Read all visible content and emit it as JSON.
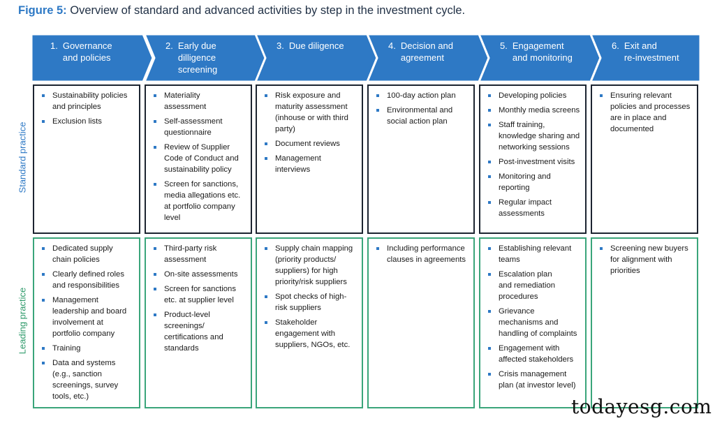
{
  "title": {
    "lead": "Figure 5:",
    "rest": " Overview of standard and advanced activities by step in the investment cycle."
  },
  "colors": {
    "step_fill": "#2e79c5",
    "standard_border": "#1c2430",
    "leading_border": "#3aa57a",
    "bullet": "#2e79c5"
  },
  "steps": [
    {
      "num": "1.",
      "label": "Governance\nand policies"
    },
    {
      "num": "2.",
      "label": "Early due\ndilligence\nscreening"
    },
    {
      "num": "3.",
      "label": "Due diligence"
    },
    {
      "num": "4.",
      "label": "Decision and\nagreement"
    },
    {
      "num": "5.",
      "label": "Engagement\nand monitoring"
    },
    {
      "num": "6.",
      "label": "Exit and\nre-investment"
    }
  ],
  "rows": {
    "standard": {
      "label": "Standard practice",
      "cells": [
        [
          "Sustainability policies\nand principles",
          "Exclusion lists"
        ],
        [
          "Materiality\nassessment",
          "Self-assessment\nquestionnaire",
          "Review of Supplier\nCode of Conduct and\nsustainability policy",
          "Screen for sanctions,\nmedia allegations etc.\nat portfolio company\nlevel"
        ],
        [
          "Risk exposure and\nmaturity assessment\n(inhouse or with third\nparty)",
          "Document reviews",
          "Management\ninterviews"
        ],
        [
          "100-day action plan",
          "Environmental and\nsocial action plan"
        ],
        [
          "Developing policies",
          "Monthly media screens",
          "Staff training,\nknowledge sharing and\nnetworking sessions",
          "Post-investment visits",
          "Monitoring and\nreporting",
          "Regular impact\nassessments"
        ],
        [
          "Ensuring relevant\npolicies and processes\nare in place and\ndocumented"
        ]
      ]
    },
    "leading": {
      "label": "Leading practice",
      "cells": [
        [
          "Dedicated supply\nchain policies",
          "Clearly defined roles\nand responsibilities",
          "Management\nleadership and board\ninvolvement at\nportfolio company",
          "Training",
          "Data and systems\n(e.g., sanction\nscreenings, survey\ntools, etc.)"
        ],
        [
          "Third-party risk\nassessment",
          "On-site assessments",
          "Screen for sanctions\netc. at supplier level",
          "Product-level\nscreenings/\ncertifications and\nstandards"
        ],
        [
          "Supply chain mapping\n(priority products/\nsuppliers) for high\npriority/risk suppliers",
          "Spot checks of high-\nrisk suppliers",
          "Stakeholder\nengagement with\nsuppliers, NGOs, etc."
        ],
        [
          "Including performance\nclauses in agreements"
        ],
        [
          "Establishing relevant\nteams",
          "Escalation plan\nand remediation\nprocedures",
          "Grievance\nmechanisms and\nhandling of complaints",
          "Engagement with\naffected stakeholders",
          "Crisis management\nplan (at investor level)"
        ],
        [
          "Screening new buyers\nfor alignment with\npriorities"
        ]
      ]
    }
  },
  "watermark": "todayesg.com"
}
